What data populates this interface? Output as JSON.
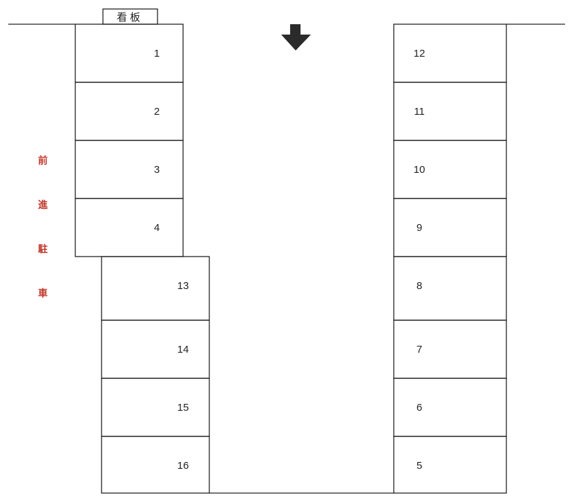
{
  "sign": {
    "label": "看板"
  },
  "entrance_arrow": {
    "icon": "down-arrow-icon"
  },
  "vertical_label": {
    "chars": [
      "前",
      "進",
      "駐",
      "車"
    ],
    "color": "#c0392b"
  },
  "stalls": {
    "left_upper": [
      "1",
      "2",
      "3",
      "4"
    ],
    "left_lower": [
      "13",
      "14",
      "15",
      "16"
    ],
    "right": [
      "12",
      "11",
      "10",
      "9",
      "8",
      "7",
      "6",
      "5"
    ]
  }
}
